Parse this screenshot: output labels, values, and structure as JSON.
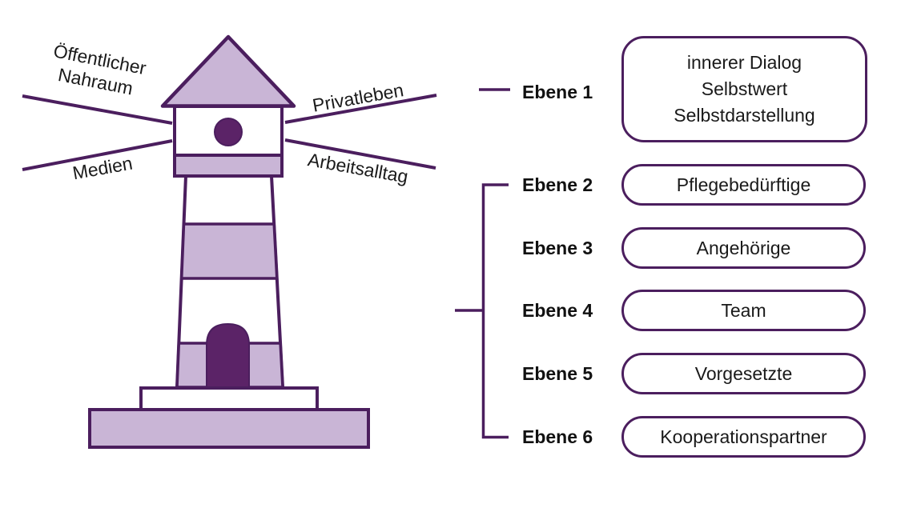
{
  "colors": {
    "outline": "#4b1e5e",
    "light_purple": "#c9b5d6",
    "dark_purple": "#5b2367",
    "text": "#1a1a1a"
  },
  "lighthouse_labels": {
    "top_left": "Öffentlicher\nNahraum",
    "bottom_left": "Medien",
    "top_right": "Privatleben",
    "bottom_right": "Arbeitsalltag"
  },
  "levels": [
    {
      "label": "Ebene 1",
      "box": "innerer Dialog\nSelbstwert\nSelbstdarstellung"
    },
    {
      "label": "Ebene 2",
      "box": "Pflegebedürftige"
    },
    {
      "label": "Ebene 3",
      "box": "Angehörige"
    },
    {
      "label": "Ebene 4",
      "box": "Team"
    },
    {
      "label": "Ebene 5",
      "box": "Vorgesetzte"
    },
    {
      "label": "Ebene 6",
      "box": "Kooperationspartner"
    }
  ]
}
